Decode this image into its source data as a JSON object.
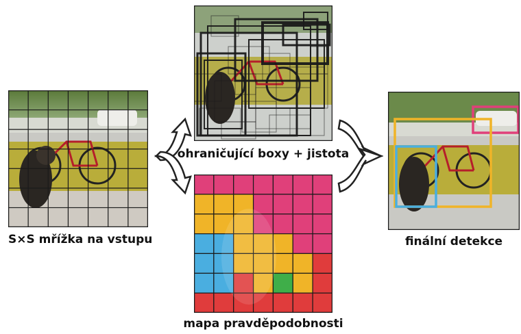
{
  "labels": {
    "input": "S×S mřížka na vstupu",
    "boxes": "ohraničující boxy + jistota",
    "probmap": "mapa pravděpodobnosti",
    "final": "finální detekce"
  },
  "colors": {
    "pink": "#e0407a",
    "yellow": "#f0b428",
    "blue": "#4aaee0",
    "green": "#3fae49",
    "red": "#e03c3c",
    "grid": "#1a1a1a"
  },
  "prob_grid": [
    [
      "pink",
      "pink",
      "pink",
      "pink",
      "pink",
      "pink",
      "pink"
    ],
    [
      "yellow",
      "yellow",
      "yellow",
      "pink",
      "pink",
      "pink",
      "pink"
    ],
    [
      "yellow",
      "yellow",
      "yellow",
      "pink",
      "pink",
      "pink",
      "pink"
    ],
    [
      "blue",
      "blue",
      "yellow",
      "yellow",
      "yellow",
      "pink",
      "pink"
    ],
    [
      "blue",
      "blue",
      "yellow",
      "yellow",
      "yellow",
      "yellow",
      "red"
    ],
    [
      "blue",
      "blue",
      "red",
      "yellow",
      "green",
      "yellow",
      "red"
    ],
    [
      "red",
      "red",
      "red",
      "red",
      "red",
      "red",
      "red"
    ]
  ],
  "detections": [
    {
      "class": "car",
      "color": "pink"
    },
    {
      "class": "bicycle",
      "color": "yellow"
    },
    {
      "class": "dog",
      "color": "blue"
    }
  ]
}
